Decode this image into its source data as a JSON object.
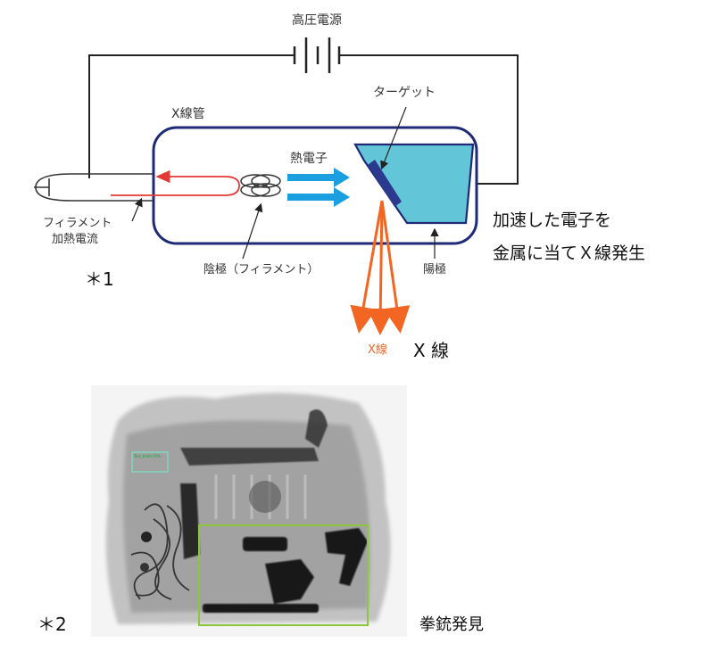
{
  "diagram": {
    "power_supply_label": "高圧電源",
    "tube_label": "X線管",
    "target_label": "ターゲット",
    "thermal_electrons_label": "熱電子",
    "filament_current_label_1": "フィラメント",
    "filament_current_label_2": "加熱電流",
    "cathode_label": "陰極（フィラメント）",
    "anode_label": "陽極",
    "xray_small_label": "X線",
    "explanation_line1": "加速した電子を",
    "explanation_line2": "金属に当てＸ線発生",
    "xray_big_label": "X 線",
    "footnote1": "＊1",
    "colors": {
      "tube_outline": "#1e2a78",
      "target_block": "#63c6d8",
      "electron_arrows": "#1a9fe0",
      "xray_beam": "#f26522",
      "filament_current": "#e53935"
    }
  },
  "xray_image": {
    "detection_box_label": "Tool_Knife 55%",
    "footnote2": "＊2",
    "caption": "拳銃発見",
    "colors": {
      "small_box": "#7fd6c0",
      "gun_box": "#8cc63f"
    }
  }
}
